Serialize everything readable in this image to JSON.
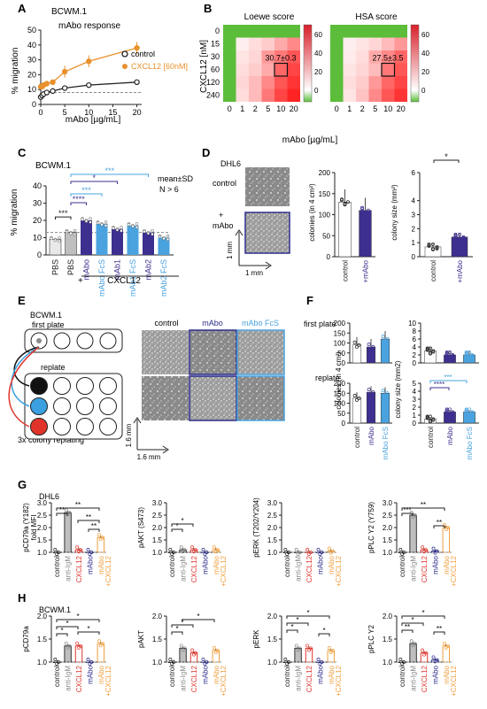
{
  "panels": {
    "A": "A",
    "B": "B",
    "C": "C",
    "D": "D",
    "E": "E",
    "F": "F",
    "G": "G",
    "H": "H"
  },
  "A": {
    "cell_line": "BCWM.1",
    "subtitle": "mAbo response",
    "xlabel": "mAbo [µg/mL]",
    "ylabel": "% migration",
    "xticks": [
      "0",
      "5",
      "10",
      "15",
      "20"
    ],
    "yticks": [
      "0",
      "10",
      "20",
      "30",
      "40",
      "50"
    ],
    "legend": [
      "control",
      "CXCL12 [60nM]"
    ],
    "colors": {
      "control": "#222222",
      "cxcl12": "#e8912d"
    },
    "chart_data": {
      "type": "line",
      "xlim": [
        0,
        21
      ],
      "ylim": [
        0,
        50
      ],
      "series": [
        {
          "name": "control",
          "x": [
            0,
            0.3,
            0.6,
            1.25,
            2.5,
            5,
            10,
            20
          ],
          "y": [
            5,
            6,
            7,
            8,
            9,
            11,
            13,
            15
          ]
        },
        {
          "name": "CXCL12 [60nM]",
          "x": [
            0,
            0.3,
            0.6,
            1.25,
            2.5,
            5,
            10,
            20
          ],
          "y": [
            12,
            12,
            13,
            14,
            15,
            22,
            29,
            38
          ]
        }
      ]
    }
  },
  "B": {
    "title1": "Loewe score",
    "title2": "HSA score",
    "ylabel": "CXCL12 [nM]",
    "xlabel": "mAbo [µg/mL]",
    "yticks": [
      "0",
      "15",
      "30",
      "60",
      "120",
      "240"
    ],
    "xticks": [
      "0",
      "1",
      "2",
      "5",
      "10",
      "20"
    ],
    "note1": "30.7±0.3",
    "note2": "27.5±3.5",
    "cbar_ticks": [
      "60",
      "40",
      "20",
      "0"
    ],
    "chart_data": {
      "type": "heatmap",
      "loewe": [
        [
          -5,
          -5,
          -5,
          -5,
          -5,
          -5
        ],
        [
          -5,
          5,
          10,
          15,
          25,
          35
        ],
        [
          -5,
          8,
          12,
          30,
          40,
          50
        ],
        [
          -5,
          10,
          15,
          25,
          45,
          55
        ],
        [
          -5,
          12,
          20,
          35,
          50,
          60
        ],
        [
          -5,
          10,
          20,
          40,
          55,
          65
        ]
      ],
      "hsa": [
        [
          -5,
          -5,
          -5,
          -5,
          -5,
          -5
        ],
        [
          -5,
          5,
          8,
          12,
          20,
          30
        ],
        [
          -5,
          6,
          10,
          25,
          35,
          45
        ],
        [
          -5,
          8,
          12,
          20,
          40,
          50
        ],
        [
          -5,
          10,
          15,
          30,
          45,
          55
        ],
        [
          -5,
          8,
          18,
          35,
          50,
          60
        ]
      ]
    }
  },
  "C": {
    "cell_line": "BCWM.1",
    "stats_note": "mean±SD",
    "n_note": "N > 6",
    "ylabel": "% migration",
    "yticks": [
      "0",
      "10",
      "20",
      "30",
      "40"
    ],
    "sig": [
      "***",
      "*",
      "***",
      "***",
      "****"
    ],
    "group_label": "CXCL12",
    "plus": "+",
    "chart_data": {
      "type": "bar",
      "categories": [
        "PBS",
        "PBS",
        "mAbo",
        "mAbo FcS",
        "mAb1",
        "mAb1 FcS",
        "mAb2",
        "mAb2 FcS"
      ],
      "values": [
        9,
        13,
        20,
        18,
        15,
        17,
        13,
        10
      ],
      "ylim": [
        0,
        40
      ]
    }
  },
  "D": {
    "cell_line": "DHL6",
    "row1": "control",
    "row2_plus": "+",
    "row2": "mAbo",
    "scale_v": "1 mm",
    "scale_h": "1 mm",
    "ylabel1": "colonies (in 4 cm²)",
    "ylabel2": "colony size (mm²)",
    "yticks1": [
      "0",
      "50",
      "100",
      "150",
      "200"
    ],
    "yticks2": [
      "0",
      "1",
      "2",
      "3",
      "4",
      "6"
    ],
    "xcat": [
      "control",
      "+mAbo"
    ],
    "sig": "*",
    "chart_data": [
      {
        "type": "bar",
        "categories": [
          "control",
          "+mAbo"
        ],
        "values": [
          130,
          110
        ],
        "ylim": [
          0,
          200
        ]
      },
      {
        "type": "bar",
        "categories": [
          "control",
          "+mAbo"
        ],
        "values": [
          0.7,
          1.4
        ],
        "ylim": [
          0,
          6
        ]
      }
    ]
  },
  "E": {
    "cell_line": "BCWM.1",
    "first_plate": "first plate",
    "replate": "replate",
    "replating": "3x colony replating",
    "col_labels": [
      "control",
      "mAbo",
      "mAbo FcS"
    ],
    "scale_v": "1.6 mm",
    "scale_h": "1.6 mm"
  },
  "F": {
    "row1": "first plate",
    "row2": "replate",
    "ylabel1": "colonies (in 4 cm²)",
    "ylabel2": "colony size (mm2)",
    "yticks_col": [
      "0",
      "50",
      "100",
      "150",
      "200"
    ],
    "yticks_size1": [
      "0",
      "2",
      "4",
      "6",
      "8",
      "10"
    ],
    "yticks_size2": [
      "0",
      "1",
      "2",
      "3",
      "4",
      "5"
    ],
    "xcat": [
      "control",
      "mAbo",
      "mAbo FcS"
    ],
    "sig": [
      "***",
      "****"
    ],
    "chart_data": [
      {
        "type": "bar",
        "categories": [
          "control",
          "mAbo",
          "mAbo FcS"
        ],
        "values": [
          90,
          80,
          120
        ],
        "ylim": [
          0,
          200
        ]
      },
      {
        "type": "bar",
        "categories": [
          "control",
          "mAbo",
          "mAbo FcS"
        ],
        "values": [
          3,
          2,
          2
        ],
        "ylim": [
          0,
          10
        ]
      },
      {
        "type": "bar",
        "categories": [
          "control",
          "mAbo",
          "mAbo FcS"
        ],
        "values": [
          125,
          155,
          150
        ],
        "ylim": [
          0,
          200
        ]
      },
      {
        "type": "bar",
        "categories": [
          "control",
          "mAbo",
          "mAbo FcS"
        ],
        "values": [
          0.5,
          1.4,
          1.4
        ],
        "ylim": [
          0,
          5
        ]
      }
    ]
  },
  "G": {
    "cell_line": "DHL6",
    "ylabels": [
      "pCD79a (Y182)\nfold MFI",
      "pAKT (S473)",
      "pERK (T202/Y204)",
      "pPLC Y2 (Y759)"
    ],
    "yticks": [
      "1.0",
      "1.5",
      "2.0",
      "2.5",
      "3.0"
    ],
    "cats": [
      "control",
      "anti-IgM",
      "CXCL12",
      "mAbo",
      "mAbo\n+CXCL12"
    ],
    "chart_data": [
      {
        "type": "bar",
        "categories": [
          "control",
          "anti-IgM",
          "CXCL12",
          "mAbo",
          "mAbo+CXCL12"
        ],
        "values": [
          1.0,
          2.6,
          1.1,
          1.0,
          1.6
        ],
        "ylim": [
          1,
          3
        ]
      },
      {
        "type": "bar",
        "categories": [
          "control",
          "anti-IgM",
          "CXCL12",
          "mAbo",
          "mAbo+CXCL12"
        ],
        "values": [
          1.0,
          1.1,
          1.1,
          1.0,
          1.1
        ],
        "ylim": [
          1,
          3
        ]
      },
      {
        "type": "bar",
        "categories": [
          "control",
          "anti-IgM",
          "CXCL12",
          "mAbo",
          "mAbo+CXCL12"
        ],
        "values": [
          1.0,
          1.0,
          1.0,
          1.0,
          1.05
        ],
        "ylim": [
          1,
          3
        ]
      },
      {
        "type": "bar",
        "categories": [
          "control",
          "anti-IgM",
          "CXCL12",
          "mAbo",
          "mAbo+CXCL12"
        ],
        "values": [
          1.0,
          2.5,
          1.1,
          1.05,
          2.0
        ],
        "ylim": [
          1,
          3
        ]
      }
    ]
  },
  "H": {
    "cell_line": "BCWM.1",
    "ylabels": [
      "pCD79a",
      "pAKT",
      "pERK",
      "pPLC Y2"
    ],
    "yticks": [
      "1.0",
      "1.5",
      "2.0"
    ],
    "cats": [
      "control",
      "anti-IgM",
      "CXCL12",
      "mAbo",
      "mAbo\n+CXCL12"
    ],
    "chart_data": [
      {
        "type": "bar",
        "categories": [
          "control",
          "anti-IgM",
          "CXCL12",
          "mAbo",
          "mAbo+CXCL12"
        ],
        "values": [
          1.0,
          1.35,
          1.35,
          1.0,
          1.4
        ],
        "ylim": [
          1,
          2
        ]
      },
      {
        "type": "bar",
        "categories": [
          "control",
          "anti-IgM",
          "CXCL12",
          "mAbo",
          "mAbo+CXCL12"
        ],
        "values": [
          1.0,
          1.3,
          1.2,
          1.0,
          1.25
        ],
        "ylim": [
          1,
          2
        ]
      },
      {
        "type": "bar",
        "categories": [
          "control",
          "anti-IgM",
          "CXCL12",
          "mAbo",
          "mAbo+CXCL12"
        ],
        "values": [
          1.0,
          1.3,
          1.3,
          1.0,
          1.25
        ],
        "ylim": [
          1,
          2
        ]
      },
      {
        "type": "bar",
        "categories": [
          "control",
          "anti-IgM",
          "CXCL12",
          "mAbo",
          "mAbo+CXCL12"
        ],
        "values": [
          1.0,
          1.4,
          1.2,
          1.05,
          1.35
        ],
        "ylim": [
          1,
          2
        ]
      }
    ]
  },
  "colors": {
    "black": "#222222",
    "grey": "#bfbfbf",
    "red": "#e0342b",
    "navy": "#2d2d8c",
    "orange": "#f0a040",
    "blue": "#4aa3df",
    "purple": "#5a3fa0"
  }
}
